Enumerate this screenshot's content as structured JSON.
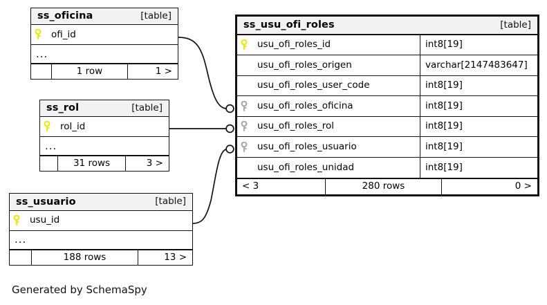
{
  "diagram": {
    "kind": "schemaspy-relationships",
    "caption": "Generated by SchemaSpy",
    "table_tag": "[table]",
    "ellipsis": "..."
  },
  "tables": {
    "oficina": {
      "name": "ss_oficina",
      "tag": "[table]",
      "columns": [
        {
          "name": "ofi_id",
          "key": "primary",
          "type": ""
        }
      ],
      "more": "...",
      "footer": {
        "left": "",
        "middle": "1 row",
        "right": "1 >"
      }
    },
    "rol": {
      "name": "ss_rol",
      "tag": "[table]",
      "columns": [
        {
          "name": "rol_id",
          "key": "primary",
          "type": ""
        }
      ],
      "more": "...",
      "footer": {
        "left": "",
        "middle": "31 rows",
        "right": "3 >"
      }
    },
    "usuario": {
      "name": "ss_usuario",
      "tag": "[table]",
      "columns": [
        {
          "name": "usu_id",
          "key": "primary",
          "type": ""
        }
      ],
      "more": "...",
      "footer": {
        "left": "",
        "middle": "188 rows",
        "right": "13 >"
      }
    },
    "usu_ofi_roles": {
      "name": "ss_usu_ofi_roles",
      "tag": "[table]",
      "columns": [
        {
          "name": "usu_ofi_roles_id",
          "key": "primary",
          "type": "int8[19]"
        },
        {
          "name": "usu_ofi_roles_origen",
          "key": "none",
          "type": "varchar[2147483647]"
        },
        {
          "name": "usu_ofi_roles_user_code",
          "key": "none",
          "type": "int8[19]"
        },
        {
          "name": "usu_ofi_roles_oficina",
          "key": "foreign",
          "type": "int8[19]"
        },
        {
          "name": "usu_ofi_roles_rol",
          "key": "foreign",
          "type": "int8[19]"
        },
        {
          "name": "usu_ofi_roles_usuario",
          "key": "foreign",
          "type": "int8[19]"
        },
        {
          "name": "usu_ofi_roles_unidad",
          "key": "none",
          "type": "int8[19]"
        }
      ],
      "footer": {
        "left": "< 3",
        "middle": "280 rows",
        "right": "0 >"
      }
    }
  },
  "relationships": [
    {
      "from": "ss_oficina.ofi_id",
      "to": "ss_usu_ofi_roles.usu_ofi_roles_oficina",
      "cardinality": "zero-or-many"
    },
    {
      "from": "ss_rol.rol_id",
      "to": "ss_usu_ofi_roles.usu_ofi_roles_rol",
      "cardinality": "zero-or-many"
    },
    {
      "from": "ss_usuario.usu_id",
      "to": "ss_usu_ofi_roles.usu_ofi_roles_usuario",
      "cardinality": "zero-or-many"
    }
  ],
  "colors": {
    "primary_key": "#e8e80a",
    "foreign_key": "#a8a8a8",
    "header_bg": "#f2f2f2",
    "border": "#111111",
    "background": "#ffffff"
  }
}
